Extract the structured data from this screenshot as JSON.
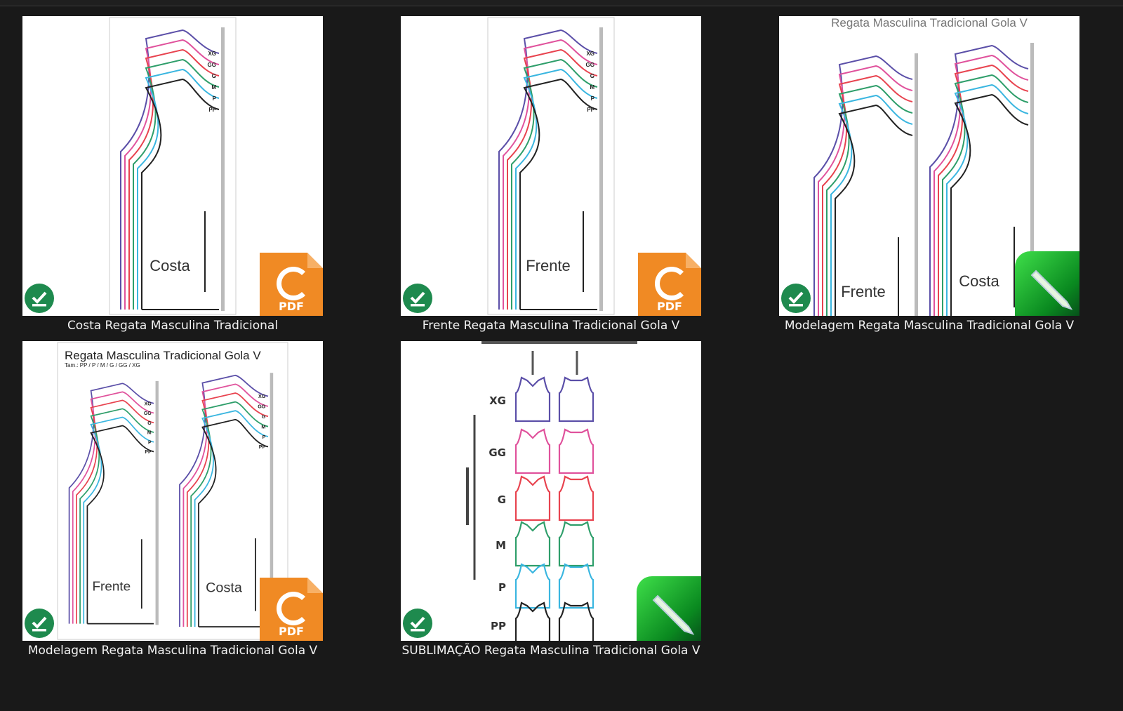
{
  "colors": {
    "background": "#191919",
    "xg": "#5b4fa8",
    "gg": "#e0529c",
    "g": "#e8434f",
    "m": "#2e9e6a",
    "p": "#3ab6e0",
    "pp": "#222222",
    "pdf": "#f08a24",
    "sync": "#1e8a4e"
  },
  "sizes": [
    "XG",
    "GG",
    "G",
    "M",
    "P",
    "PP"
  ],
  "items": [
    {
      "name": "Costa Regata Masculina Tradicional",
      "type": "pdf",
      "thumb": {
        "labels": [
          "Costa"
        ]
      }
    },
    {
      "name": "Frente Regata Masculina Tradicional Gola V",
      "type": "pdf",
      "thumb": {
        "labels": [
          "Frente"
        ]
      }
    },
    {
      "name": "Modelagem Regata Masculina Tradicional Gola V",
      "type": "cdr",
      "thumb": {
        "title": "Regata Masculina Tradicional Gola V",
        "labels": [
          "Frente",
          "Costa"
        ]
      }
    },
    {
      "name": "Modelagem Regata Masculina Tradicional Gola V",
      "type": "pdf",
      "thumb": {
        "title": "Regata Masculina Tradicional Gola V",
        "subtitle": "Tam.: PP / P / M / G / GG / XG",
        "labels": [
          "Frente",
          "Costa"
        ]
      }
    },
    {
      "name": "SUBLIMAÇÃO Regata Masculina Tradicional Gola V",
      "type": "cdr",
      "thumb": {
        "labels": []
      }
    }
  ]
}
